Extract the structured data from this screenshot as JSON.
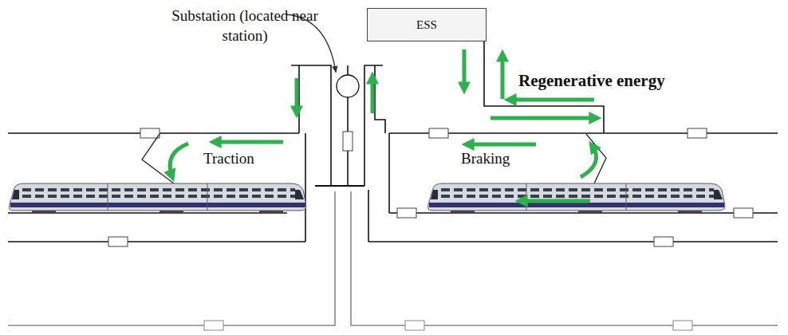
{
  "diagram": {
    "nodes": [
      {
        "text": [
          "ESS"
        ]
      }
    ],
    "labels": [
      "Substation (located near station)",
      "Regenerative energy",
      "Traction",
      "Braking"
    ]
  }
}
